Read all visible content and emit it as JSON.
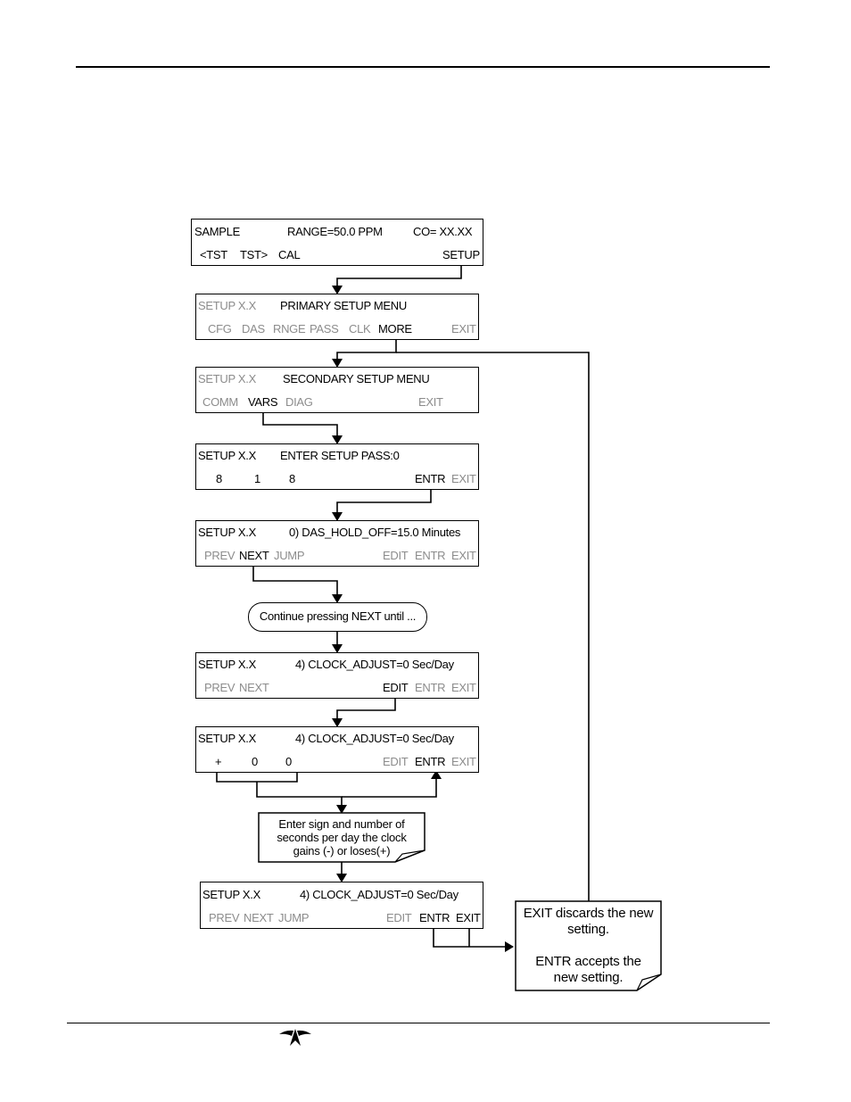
{
  "screens": [
    {
      "id": "s1",
      "line1": [
        "SAMPLE",
        "RANGE=50.0 PPM",
        "CO= XX.XX"
      ],
      "line2": [
        "<TST",
        "TST>",
        "CAL",
        "SETUP"
      ]
    },
    {
      "id": "s2",
      "line1": [
        "SETUP X.X",
        "PRIMARY SETUP MENU"
      ],
      "line2": [
        "CFG",
        "DAS",
        "RNGE",
        "PASS",
        "CLK",
        "MORE",
        "EXIT"
      ]
    },
    {
      "id": "s3",
      "line1": [
        "SETUP X.X",
        "SECONDARY SETUP MENU"
      ],
      "line2": [
        "COMM",
        "VARS",
        "DIAG",
        "EXIT"
      ]
    },
    {
      "id": "s4",
      "line1": [
        "SETUP X.X",
        "ENTER SETUP PASS:0"
      ],
      "line2": [
        "8",
        "1",
        "8",
        "ENTR",
        "EXIT"
      ]
    },
    {
      "id": "s5",
      "line1": [
        "SETUP X.X",
        "0) DAS_HOLD_OFF=15.0 Minutes"
      ],
      "line2": [
        "PREV",
        "NEXT",
        "JUMP",
        "EDIT",
        "ENTR",
        "EXIT"
      ]
    },
    {
      "id": "s6",
      "line1": [
        "SETUP X.X",
        "4) CLOCK_ADJUST=0 Sec/Day"
      ],
      "line2": [
        "PREV",
        "NEXT",
        "EDIT",
        "ENTR",
        "EXIT"
      ]
    },
    {
      "id": "s7",
      "line1": [
        "SETUP X.X",
        "4) CLOCK_ADJUST=0 Sec/Day"
      ],
      "line2": [
        "+",
        "0",
        "0",
        "EDIT",
        "ENTR",
        "EXIT"
      ]
    },
    {
      "id": "s8",
      "line1": [
        "SETUP X.X",
        "4) CLOCK_ADJUST=0 Sec/Day"
      ],
      "line2": [
        "PREV",
        "NEXT",
        "JUMP",
        "EDIT",
        "ENTR",
        "EXIT"
      ]
    }
  ],
  "continue_note": {
    "pre": "Continue pressing ",
    "key": "NEXT",
    "post": " until ..."
  },
  "sign_note": {
    "lines": [
      "Enter sign and number of",
      "seconds per day the clock",
      "gains (-) or loses(+)"
    ]
  },
  "exit_note": {
    "exit_key": "EXIT",
    "exit_text": " discards the new",
    "exit_text2": "setting.",
    "entr_key": "ENTR",
    "entr_text": " accepts the",
    "entr_text2": "new setting."
  },
  "colors": {
    "active": "#000000",
    "inactive": "#8c8c8c"
  },
  "footer_logo": "teledyne-logo"
}
